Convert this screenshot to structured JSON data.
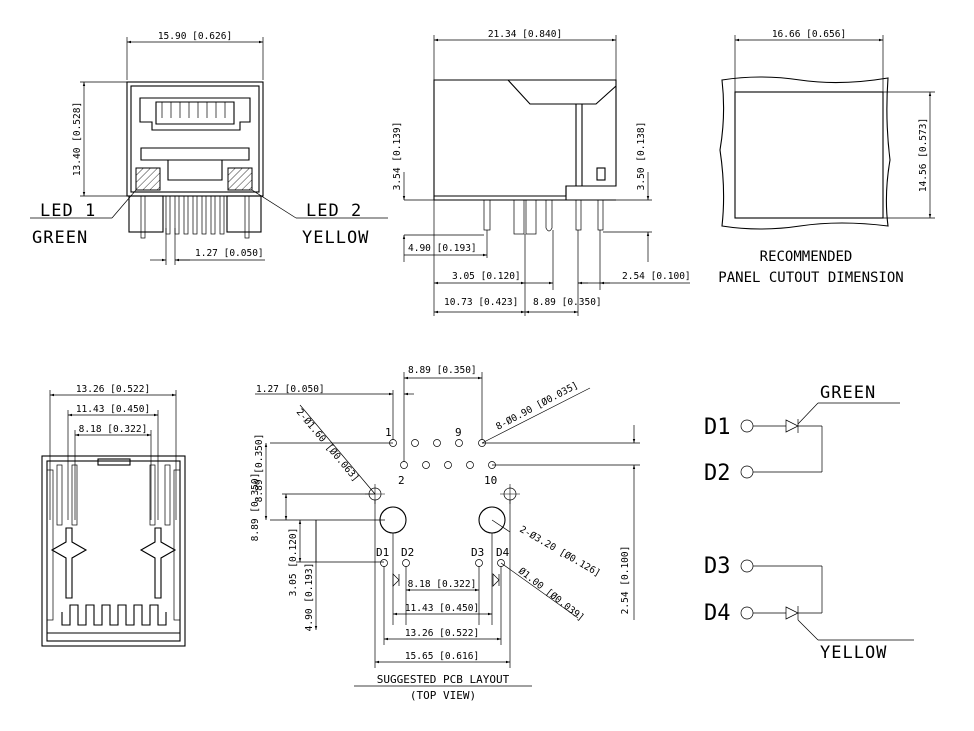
{
  "front_view": {
    "width_dim": "15.90 [0.626]",
    "height_dim": "13.40 [0.528]",
    "pitch_dim": "1.27 [0.050]",
    "led1_label": "LED 1",
    "led1_color": "GREEN",
    "led2_label": "LED 2",
    "led2_color": "YELLOW"
  },
  "side_view": {
    "length_dim": "21.34 [0.840]",
    "left_height_dim": "3.54 [0.139]",
    "right_height_dim": "3.50 [0.138]",
    "dim_490": "4.90 [0.193]",
    "dim_305": "3.05 [0.120]",
    "dim_254": "2.54 [0.100]",
    "dim_1073": "10.73 [0.423]",
    "dim_889": "8.89 [0.350]"
  },
  "panel_cutout": {
    "width_dim": "16.66 [0.656]",
    "height_dim": "14.56 [0.573]",
    "caption_line1": "RECOMMENDED",
    "caption_line2": "PANEL CUTOUT DIMENSION"
  },
  "bottom_view": {
    "dim_1326": "13.26 [0.522]",
    "dim_1143": "11.43 [0.450]",
    "dim_818": "8.18 [0.322]"
  },
  "pcb_layout": {
    "dim_127": "1.27 [0.050]",
    "dim_889_top": "8.89 [0.350]",
    "dim_hole_090": "8-Ø0.90 [Ø0.035]",
    "dim_hole_160": "2-Ø1.60 [Ø0.063]",
    "dim_889_v": "8.89 [0.350]",
    "dim_889_v2": "8.89 [0.350]",
    "dim_305_v": "3.05 [0.120]",
    "dim_490_v": "4.90 [0.193]",
    "dim_hole_320": "2-Ø3.20 [Ø0.126]",
    "dim_hole_100": "Ø1.00 [Ø0.039]",
    "dim_254_v": "2.54 [0.100]",
    "dim_818": "8.18 [0.322]",
    "dim_1143": "11.43 [0.450]",
    "dim_1326": "13.26 [0.522]",
    "dim_1565": "15.65 [0.616]",
    "pin1": "1",
    "pin2": "2",
    "pin9": "9",
    "pin10": "10",
    "d1": "D1",
    "d2": "D2",
    "d3": "D3",
    "d4": "D4",
    "title": "SUGGESTED PCB LAYOUT",
    "subtitle": "(TOP VIEW)"
  },
  "led_schematic": {
    "d1": "D1",
    "d2": "D2",
    "d3": "D3",
    "d4": "D4",
    "green": "GREEN",
    "yellow": "YELLOW"
  }
}
